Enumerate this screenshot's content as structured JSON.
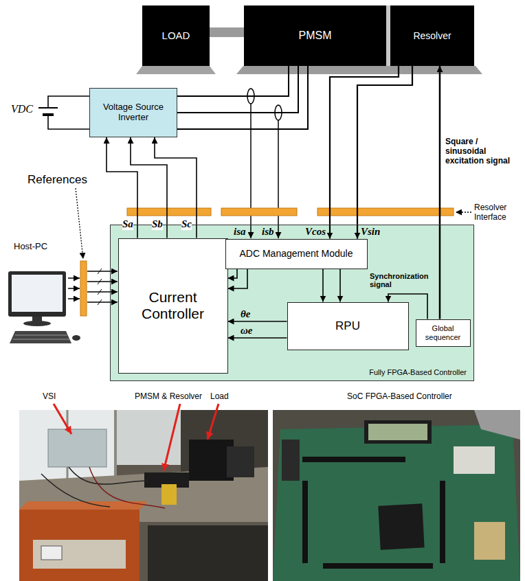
{
  "diagram": {
    "nodes": [
      {
        "text": [
          "LOAD"
        ]
      },
      {
        "text": [
          "PMSM"
        ]
      },
      {
        "text": [
          "Resolver"
        ]
      },
      {
        "text": [
          "Voltage Source Inverter"
        ]
      },
      {
        "text": [
          "Fully FPGA-Based Controller"
        ]
      },
      {
        "text": [
          "Current Controller"
        ],
        "in": 4
      },
      {
        "text": [
          "ADC Management Module"
        ],
        "in": 4
      },
      {
        "text": [
          "RPU"
        ],
        "in": 4
      },
      {
        "text": [
          "Global sequencer"
        ],
        "in": 4
      }
    ],
    "edges": [
      {
        "from": 0,
        "to": 1,
        "arrow": "none"
      },
      {
        "from": 3,
        "to": 1,
        "arrow": "none"
      },
      {
        "from": 3,
        "to": 1,
        "arrow": "none"
      },
      {
        "from": 3,
        "to": 1,
        "arrow": "none"
      },
      {
        "from": 5,
        "to": 3,
        "label": "Sa",
        "arrow": "to"
      },
      {
        "from": 5,
        "to": 3,
        "label": "Sb",
        "arrow": "to"
      },
      {
        "from": 5,
        "to": 3,
        "label": "Sc",
        "arrow": "to"
      },
      {
        "from": 2,
        "to": 6,
        "label": "Vcos",
        "arrow": "to"
      },
      {
        "from": 2,
        "to": 6,
        "label": "Vsin",
        "arrow": "to"
      },
      {
        "from": 8,
        "to": 2,
        "label": "Square / sinusoidal excitation signal",
        "arrow": "to"
      },
      {
        "from": 8,
        "to": 7,
        "label": "Synchronization signal",
        "arrow": "to"
      },
      {
        "from": 6,
        "to": 5,
        "arrow": "to"
      },
      {
        "from": 6,
        "to": 5,
        "arrow": "to"
      },
      {
        "from": 6,
        "to": 7,
        "arrow": "to"
      },
      {
        "from": 6,
        "to": 7,
        "arrow": "to"
      },
      {
        "from": 7,
        "to": 5,
        "label": "θe",
        "arrow": "to"
      },
      {
        "from": 7,
        "to": 5,
        "label": "ωe",
        "arrow": "to"
      }
    ],
    "labels": [
      "VDC",
      "References",
      "Host-PC",
      "isa",
      "isb",
      "Resolver Interface",
      "VSI",
      "PMSM & Resolver",
      "Load",
      "SoC FPGA-Based Controller"
    ]
  }
}
